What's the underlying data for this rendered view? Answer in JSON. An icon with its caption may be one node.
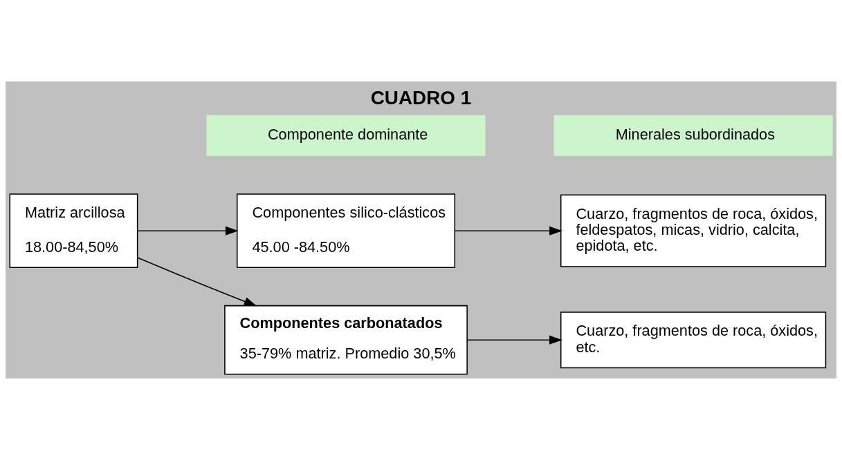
{
  "diagram": {
    "title": "CUADRO 1",
    "nodes": [
      {
        "text": [
          "Componente dominante"
        ]
      },
      {
        "text": [
          "Minerales subordinados"
        ]
      },
      {
        "text": [
          "Componentes silico-clásticos",
          "45.00 -84.50%"
        ]
      },
      {
        "text": [
          "Cuarzo, fragmentos de roca, óxidos, feldespatos, micas, vidrio, calcita, epidota, etc."
        ]
      },
      {
        "text": [
          "Matriz arcillosa",
          "18.00-84,50%"
        ]
      },
      {
        "text": [
          "Componentes carbonatados",
          "35-79% matriz. Promedio 30,5%"
        ]
      },
      {
        "text": [
          "Cuarzo, fragmentos de roca, óxidos, etc."
        ]
      }
    ],
    "edges": [
      {
        "from": 4,
        "to": 2,
        "arrow": "to"
      },
      {
        "from": 4,
        "to": 5,
        "arrow": "to"
      },
      {
        "from": 2,
        "to": 3,
        "arrow": "to"
      },
      {
        "from": 5,
        "to": 6,
        "arrow": "to"
      }
    ]
  }
}
